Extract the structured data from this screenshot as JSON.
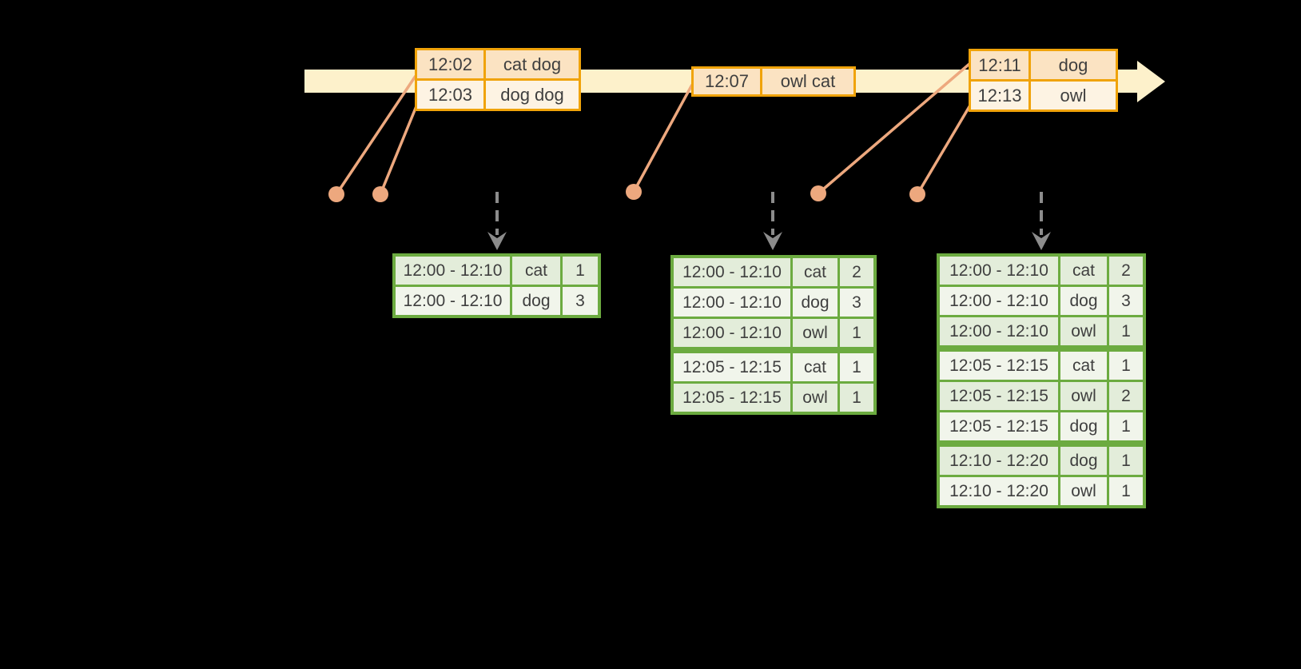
{
  "colors": {
    "background": "#000000",
    "timeline_band": "#fdf1cb",
    "event_border": "#f0a30a",
    "event_row_dark": "#fbe3c2",
    "event_row_light": "#fdf3e3",
    "marker": "#eda87e",
    "trigger_arrow": "#8c8c8c",
    "result_border": "#6cab40",
    "result_row_green": "#e3edda",
    "result_row_white": "#f1f5eb",
    "text": "#3f3f3f"
  },
  "icons": {
    "timeline_arrow": "right-arrow",
    "trigger_arrow": "dashed-down-arrow",
    "event_marker": "dot-with-leader-line"
  },
  "event_tables": [
    {
      "rows": [
        {
          "time": "12:02",
          "words": "cat dog"
        },
        {
          "time": "12:03",
          "words": "dog dog"
        }
      ]
    },
    {
      "rows": [
        {
          "time": "12:07",
          "words": "owl cat"
        }
      ]
    },
    {
      "rows": [
        {
          "time": "12:11",
          "words": "dog"
        },
        {
          "time": "12:13",
          "words": "owl"
        }
      ]
    }
  ],
  "result_tables": [
    {
      "group_breaks": [],
      "rows": [
        {
          "window": "12:00 - 12:10",
          "word": "cat",
          "count": "1"
        },
        {
          "window": "12:00 - 12:10",
          "word": "dog",
          "count": "3"
        }
      ]
    },
    {
      "group_breaks": [
        3
      ],
      "rows": [
        {
          "window": "12:00 - 12:10",
          "word": "cat",
          "count": "2"
        },
        {
          "window": "12:00 - 12:10",
          "word": "dog",
          "count": "3"
        },
        {
          "window": "12:00 - 12:10",
          "word": "owl",
          "count": "1"
        },
        {
          "window": "12:05 - 12:15",
          "word": "cat",
          "count": "1"
        },
        {
          "window": "12:05 - 12:15",
          "word": "owl",
          "count": "1"
        }
      ]
    },
    {
      "group_breaks": [
        3,
        6
      ],
      "rows": [
        {
          "window": "12:00 - 12:10",
          "word": "cat",
          "count": "2"
        },
        {
          "window": "12:00 - 12:10",
          "word": "dog",
          "count": "3"
        },
        {
          "window": "12:00 - 12:10",
          "word": "owl",
          "count": "1"
        },
        {
          "window": "12:05 - 12:15",
          "word": "cat",
          "count": "1"
        },
        {
          "window": "12:05 - 12:15",
          "word": "owl",
          "count": "2"
        },
        {
          "window": "12:05 - 12:15",
          "word": "dog",
          "count": "1"
        },
        {
          "window": "12:10 - 12:20",
          "word": "dog",
          "count": "1"
        },
        {
          "window": "12:10 - 12:20",
          "word": "owl",
          "count": "1"
        }
      ]
    }
  ]
}
